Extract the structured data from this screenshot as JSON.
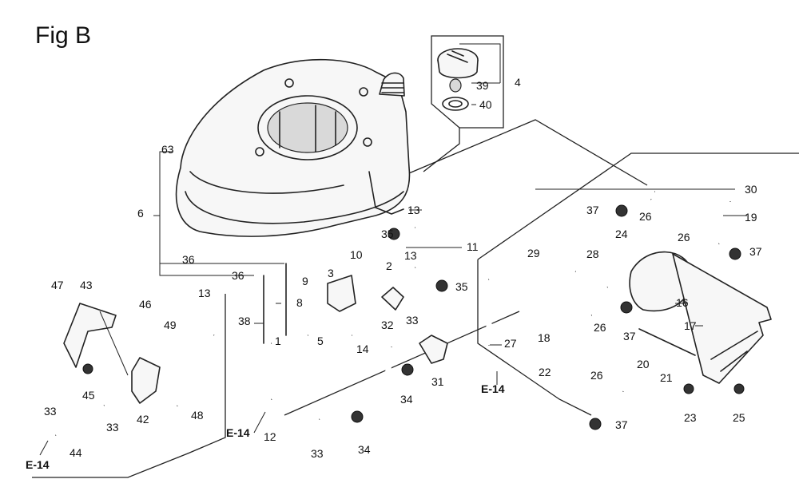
{
  "title": "Fig B",
  "callouts": [
    "1",
    "2",
    "3",
    "4",
    "5",
    "6",
    "8",
    "9",
    "10",
    "11",
    "12",
    "13",
    "14",
    "16",
    "17",
    "18",
    "19",
    "20",
    "21",
    "22",
    "23",
    "24",
    "25",
    "26",
    "27",
    "28",
    "29",
    "30",
    "31",
    "32",
    "33",
    "34",
    "35",
    "36",
    "37",
    "38",
    "39",
    "40",
    "42",
    "43",
    "44",
    "45",
    "46",
    "47",
    "48",
    "49",
    "63"
  ],
  "refs": {
    "e14": "E-14"
  }
}
